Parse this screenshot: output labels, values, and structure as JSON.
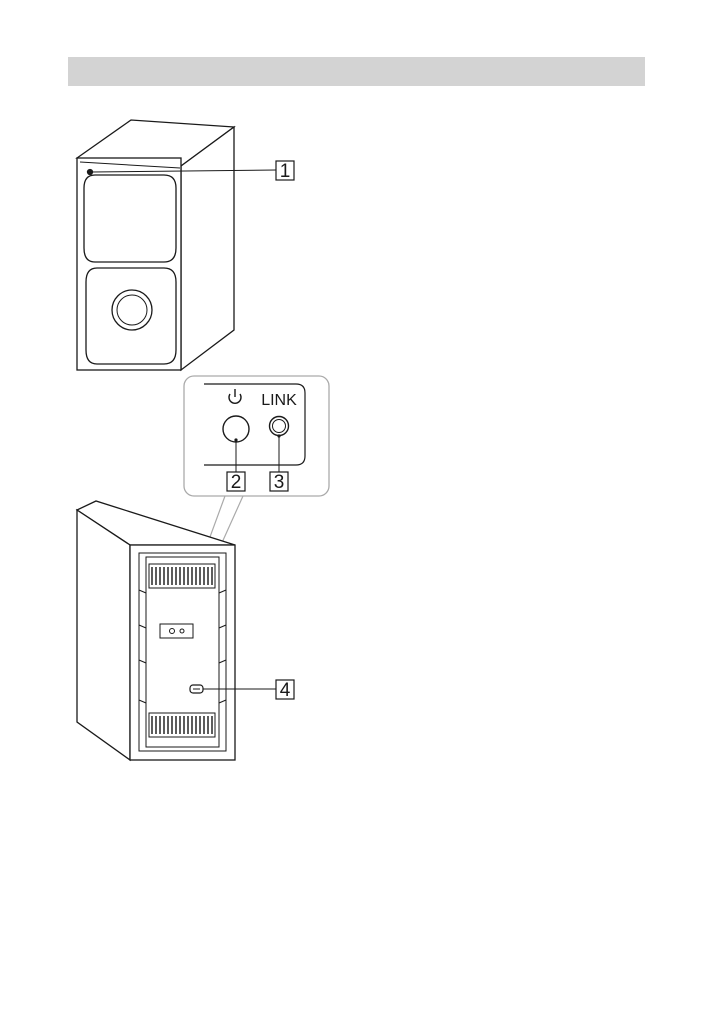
{
  "header": {
    "title": ""
  },
  "callouts": [
    {
      "number": "1"
    },
    {
      "number": "2"
    },
    {
      "number": "3"
    },
    {
      "number": "4"
    }
  ],
  "panel": {
    "power_symbol": "power-icon",
    "link_label": "LINK"
  },
  "colors": {
    "header_bar": "#d3d3d3",
    "line": "#1a1a1a",
    "panel_border": "#aaaaaa"
  }
}
